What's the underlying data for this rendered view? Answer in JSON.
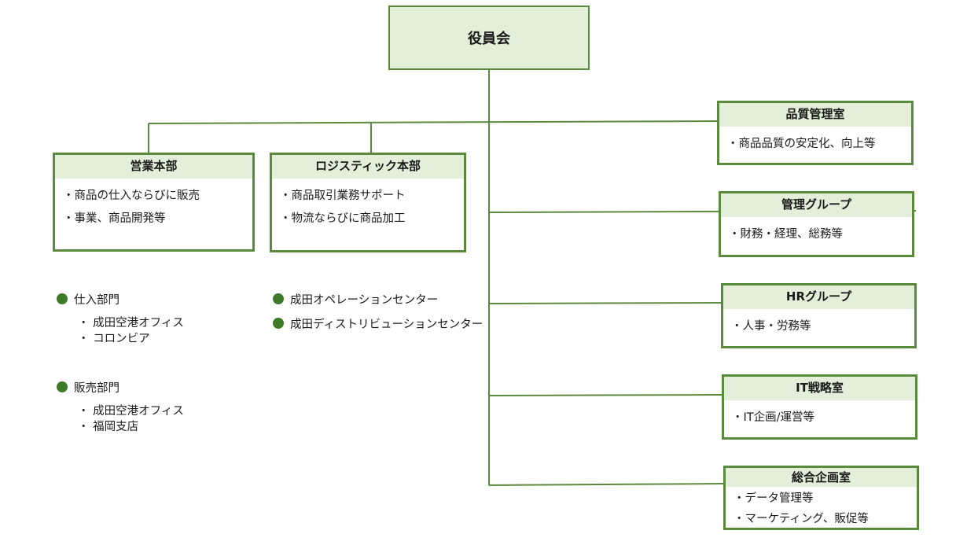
{
  "chart": {
    "top": "役員会",
    "left_units": [
      {
        "title": "営業本部",
        "items": [
          "・商品の仕入ならびに販売",
          "・事業、商品開発等"
        ]
      },
      {
        "title": "ロジスティック本部",
        "items": [
          "・商品取引業務サポート",
          "・物流ならびに商品加工"
        ]
      }
    ],
    "right_units": [
      {
        "title": "品質管理室",
        "items": [
          "・商品品質の安定化、向上等"
        ]
      },
      {
        "title": "管理グループ",
        "items": [
          "・財務・経理、総務等"
        ]
      },
      {
        "title": "HRグループ",
        "items": [
          "・人事・労務等"
        ]
      },
      {
        "title": "IT戦略室",
        "items": [
          "・IT企画/運営等"
        ]
      },
      {
        "title": "総合企画室",
        "items": [
          "・データ管理等",
          "・マーケティング、販促等"
        ]
      }
    ],
    "sales_depts": [
      {
        "name": "仕入部門",
        "sub": [
          "・ 成田空港オフィス",
          "・ コロンビア"
        ]
      },
      {
        "name": "販売部門",
        "sub": [
          "・ 成田空港オフィス",
          "・ 福岡支店"
        ]
      }
    ],
    "logistics_centers": [
      "成田オペレーションセンター",
      "成田ディストリビューションセンター"
    ]
  },
  "colors": {
    "line": "#5a8b3c",
    "header_fill": "#e4efd9",
    "bullet": "#3d7a28"
  }
}
